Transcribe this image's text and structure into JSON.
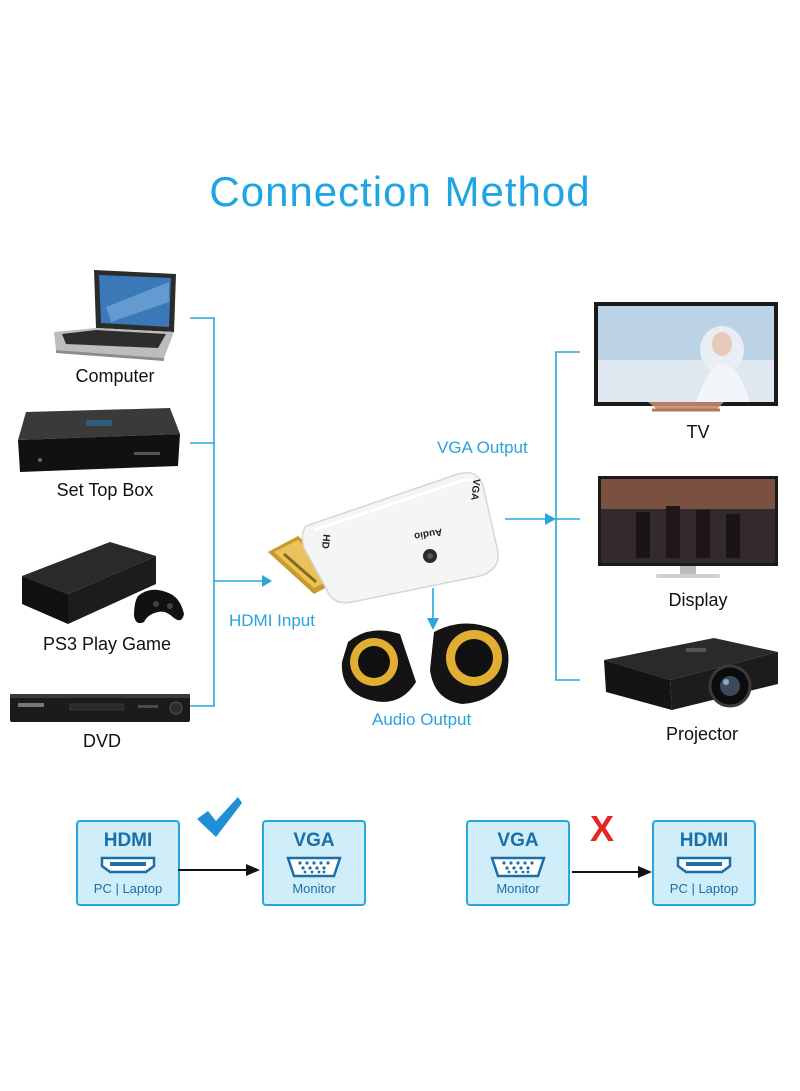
{
  "title": "Connection Method",
  "sources": [
    {
      "label": "Computer",
      "icon": "laptop-icon"
    },
    {
      "label": "Set Top Box",
      "icon": "set-top-box-icon"
    },
    {
      "label": "PS3 Play Game",
      "icon": "game-console-icon"
    },
    {
      "label": "DVD",
      "icon": "dvd-player-icon"
    }
  ],
  "destinations": [
    {
      "label": "TV",
      "icon": "tv-icon"
    },
    {
      "label": "Display",
      "icon": "display-icon"
    },
    {
      "label": "Projector",
      "icon": "projector-icon"
    }
  ],
  "adapter": {
    "hdmi_input": "HDMI Input",
    "vga_output": "VGA Output",
    "audio_output": "Audio Output",
    "port_hd": "HD",
    "port_vga": "VGA",
    "port_audio": "Audio"
  },
  "compatibility": {
    "supported": {
      "from": {
        "top": "HDMI",
        "bottom": "PC | Laptop"
      },
      "to": {
        "top": "VGA",
        "bottom": "Monitor"
      },
      "mark": "check-mark-icon"
    },
    "unsupported": {
      "from": {
        "top": "VGA",
        "bottom": "Monitor"
      },
      "to": {
        "top": "HDMI",
        "bottom": "PC | Laptop"
      },
      "mark": "X"
    }
  },
  "colors": {
    "accent": "#29a7dd",
    "title": "#1fa5e3",
    "cross": "#e52424"
  }
}
